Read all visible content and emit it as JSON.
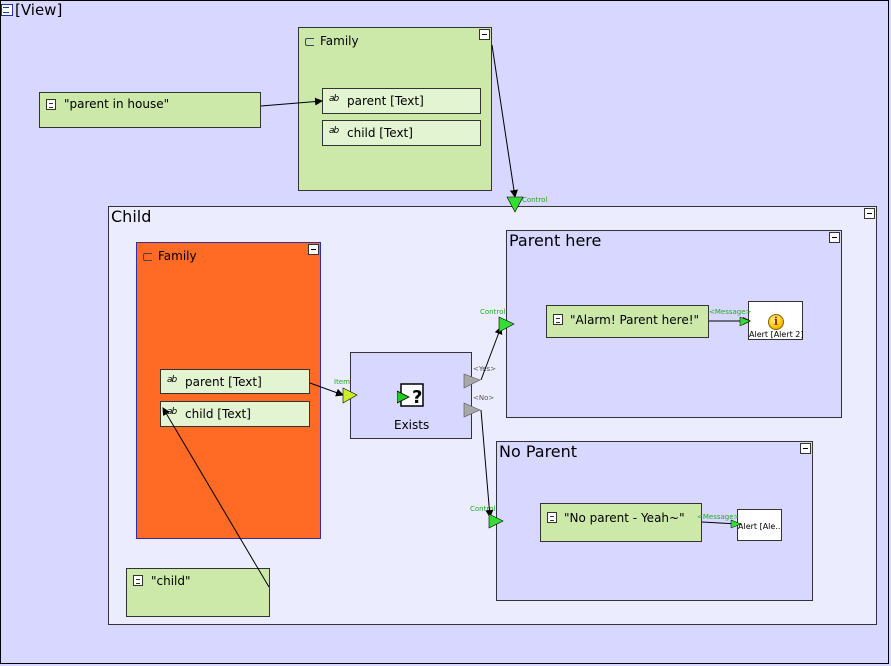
{
  "view": {
    "title": "[View]"
  },
  "family_top": {
    "title": "Family",
    "field_parent": "parent [Text]",
    "field_child": "child [Text]"
  },
  "const_parent_in_house": {
    "label": "\"parent in house\""
  },
  "control_port_label": "Control",
  "child_box": {
    "title": "Child"
  },
  "family_inner": {
    "title": "Family",
    "field_parent": "parent [Text]",
    "field_child": "child [Text]"
  },
  "const_child": {
    "label": "\"child\""
  },
  "exists_box": {
    "label": "Exists",
    "item_port": "Item",
    "yes_port": "<Yes>",
    "no_port": "<No>"
  },
  "parent_here": {
    "title": "Parent here",
    "control_port": "Control",
    "message_const": "\"Alarm! Parent here!\"",
    "message_port": "<Message>",
    "alert_label": "Alert [Alert 2]"
  },
  "no_parent": {
    "title": "No Parent",
    "control_port": "Control",
    "message_const": "\"No parent - Yeah~\"",
    "message_port": "<Message>",
    "alert_label": "Alert [Ale.."
  },
  "colors": {
    "view_bg": "#d7d7ff",
    "green": "#cde9a9",
    "orange": "#ff6a24",
    "port_green": "#33dd33",
    "port_gray": "#a8a8a8"
  }
}
